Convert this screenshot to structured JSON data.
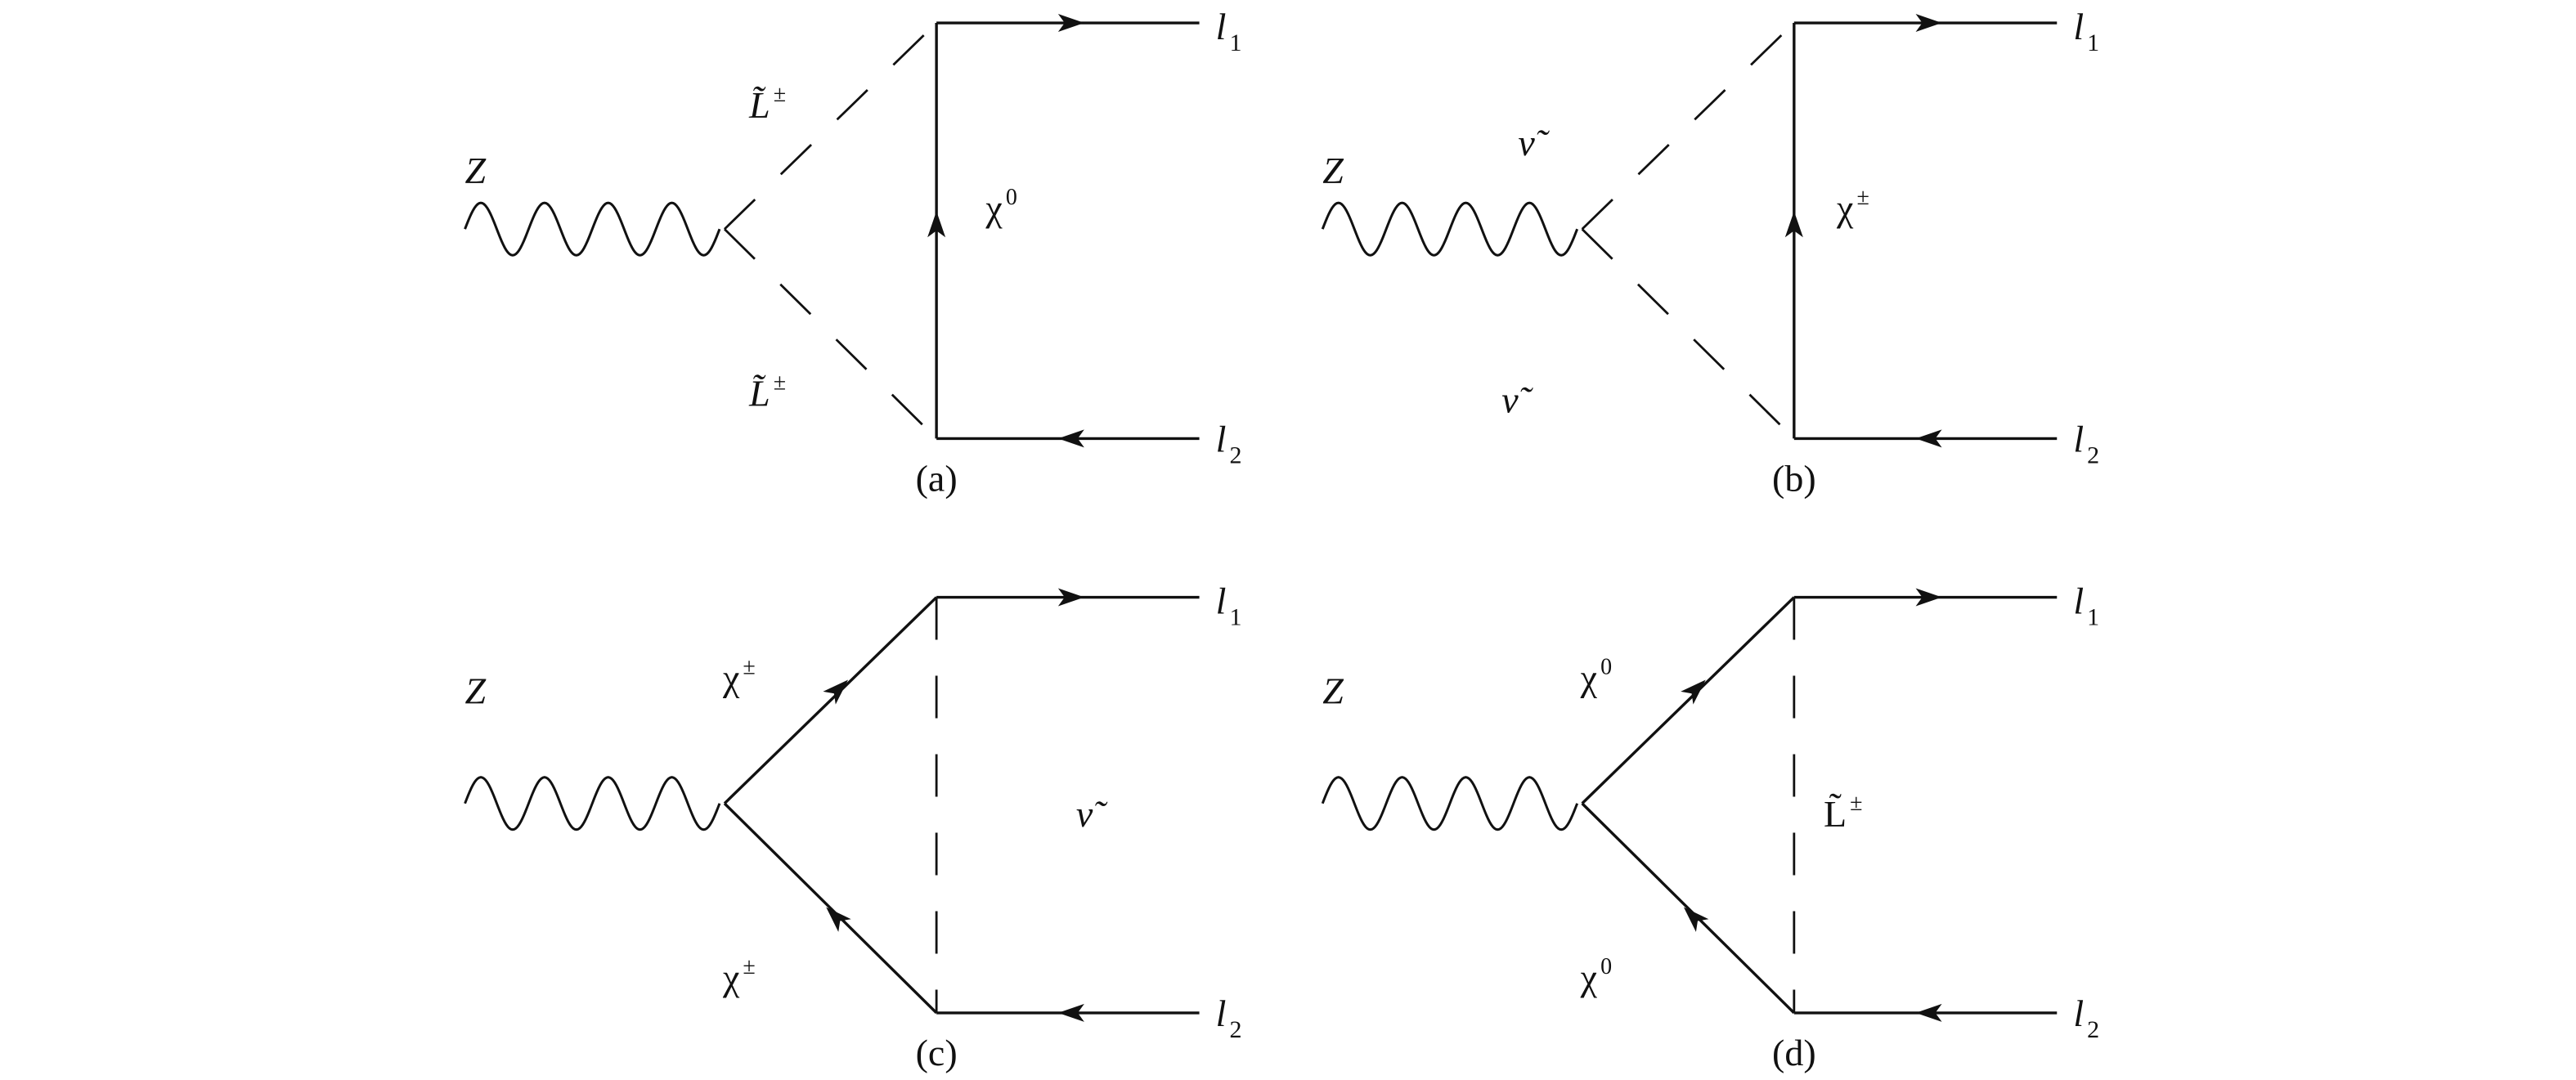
{
  "figure": {
    "panels": [
      {
        "id": "a",
        "caption": "(a)",
        "boson": "Z",
        "upper_internal": {
          "base": "L̃",
          "sup": "±"
        },
        "lower_internal": {
          "base": "L̃",
          "sup": "±"
        },
        "vertical_internal": {
          "base": "χ",
          "sup": "0"
        },
        "out1": {
          "base": "l",
          "sub": "1"
        },
        "out2": {
          "base": "l",
          "sub": "2"
        },
        "triangle_lines": "dashed",
        "vertical_line": "solid"
      },
      {
        "id": "b",
        "caption": "(b)",
        "boson": "Z",
        "upper_internal": {
          "base": "ν̃",
          "sup": ""
        },
        "lower_internal": {
          "base": "ν̃",
          "sup": ""
        },
        "vertical_internal": {
          "base": "χ",
          "sup": "±"
        },
        "out1": {
          "base": "l",
          "sub": "1"
        },
        "out2": {
          "base": "l",
          "sub": "2"
        },
        "triangle_lines": "dashed",
        "vertical_line": "solid"
      },
      {
        "id": "c",
        "caption": "(c)",
        "boson": "Z",
        "upper_internal": {
          "base": "χ",
          "sup": "±"
        },
        "lower_internal": {
          "base": "χ",
          "sup": "±"
        },
        "vertical_internal": {
          "base": "ν̃",
          "sup": ""
        },
        "out1": {
          "base": "l",
          "sub": "1"
        },
        "out2": {
          "base": "l",
          "sub": "2"
        },
        "triangle_lines": "solid",
        "vertical_line": "dashed"
      },
      {
        "id": "d",
        "caption": "(d)",
        "boson": "Z",
        "upper_internal": {
          "base": "χ",
          "sup": "0"
        },
        "lower_internal": {
          "base": "χ",
          "sup": "0"
        },
        "vertical_internal": {
          "base": "L̃",
          "sup": "±"
        },
        "out1": {
          "base": "l",
          "sub": "1"
        },
        "out2": {
          "base": "l",
          "sub": "2"
        },
        "triangle_lines": "solid",
        "vertical_line": "dashed"
      }
    ]
  }
}
